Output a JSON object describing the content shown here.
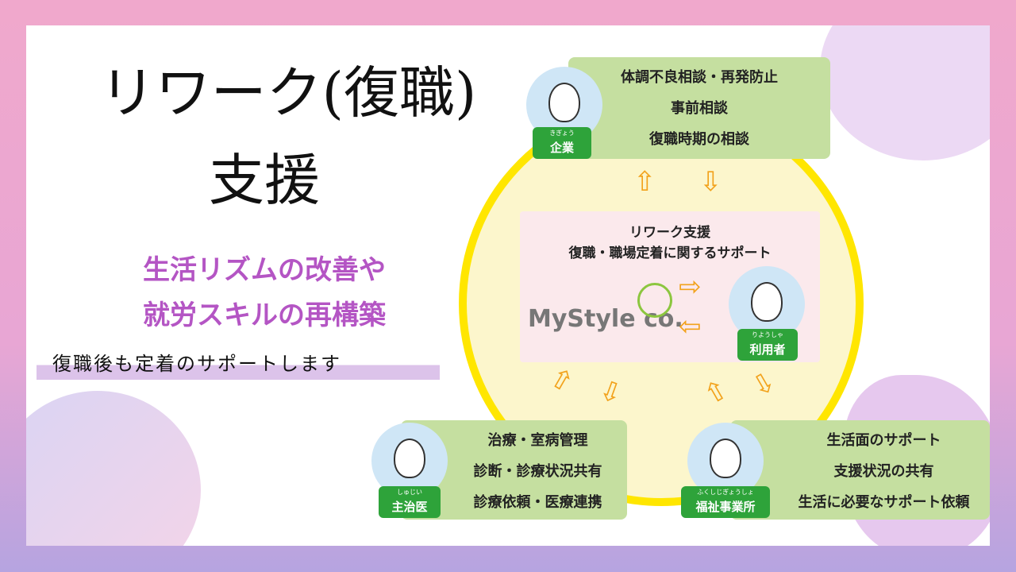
{
  "title": {
    "line1": "リワーク(復職)",
    "line2": "支援"
  },
  "subtitle": {
    "line1": "生活リズムの改善や",
    "line2": "就労スキルの再構築"
  },
  "tagline": "復職後も定着のサポートします",
  "center": {
    "line1": "リワーク支援",
    "line2": "復職・職場定着に関するサポート",
    "logo": "MyStyle co."
  },
  "company": {
    "label": "企業",
    "ruby": "きぎょう",
    "items": [
      "体調不良相談・再発防止",
      "事前相談",
      "復職時期の相談"
    ]
  },
  "user": {
    "label": "利用者",
    "ruby": "りようしゃ"
  },
  "doctor": {
    "label": "主治医",
    "ruby": "しゅじい",
    "items": [
      "治療・室病管理",
      "診断・診療状況共有",
      "診療依頼・医療連携"
    ]
  },
  "welfare": {
    "label": "福祉事業所",
    "ruby": "ふくしじぎょうしょ",
    "items": [
      "生活面のサポート",
      "支援状況の共有",
      "生活に必要なサポート依頼"
    ]
  },
  "colors": {
    "accent": "#b455c4",
    "box": "#c5dfa0",
    "ring": "#ffe600",
    "arrow": "#f2a21c",
    "badge": "#2ea33a"
  }
}
